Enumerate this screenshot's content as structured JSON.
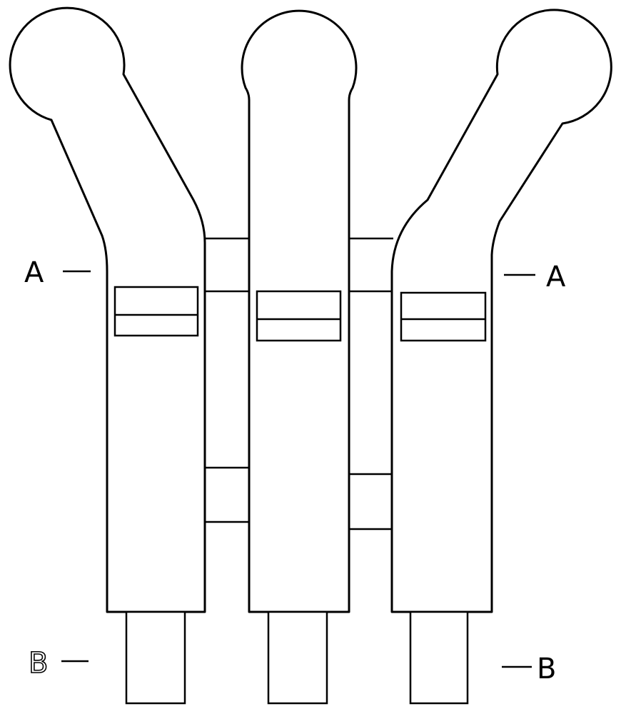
{
  "labels": {
    "a_left": "A",
    "a_right": "A",
    "b_left": "B",
    "b_right": "B"
  },
  "colors": {
    "line": "#000000",
    "fill": "#ffffff",
    "window_dark": "#000000"
  }
}
